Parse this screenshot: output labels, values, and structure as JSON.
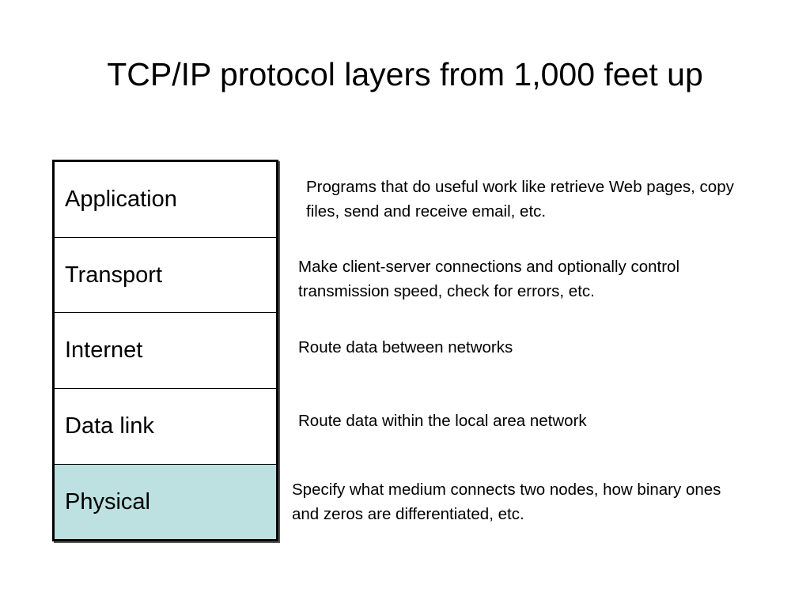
{
  "title": "TCP/IP protocol layers from 1,000 feet up",
  "colors": {
    "highlight": "#bde0e1",
    "border": "#000000"
  },
  "layers": [
    {
      "name": "Application",
      "description": "Programs that do useful work like retrieve Web pages, copy files, send and receive email, etc."
    },
    {
      "name": "Transport",
      "description": "Make client-server connections and optionally control transmission speed, check for errors, etc."
    },
    {
      "name": "Internet",
      "description": "Route data between networks"
    },
    {
      "name": "Data link",
      "description": "Route data within the local area network"
    },
    {
      "name": "Physical",
      "description": "Specify what medium connects two nodes, how binary ones and zeros are differentiated, etc.",
      "highlighted": true
    }
  ]
}
